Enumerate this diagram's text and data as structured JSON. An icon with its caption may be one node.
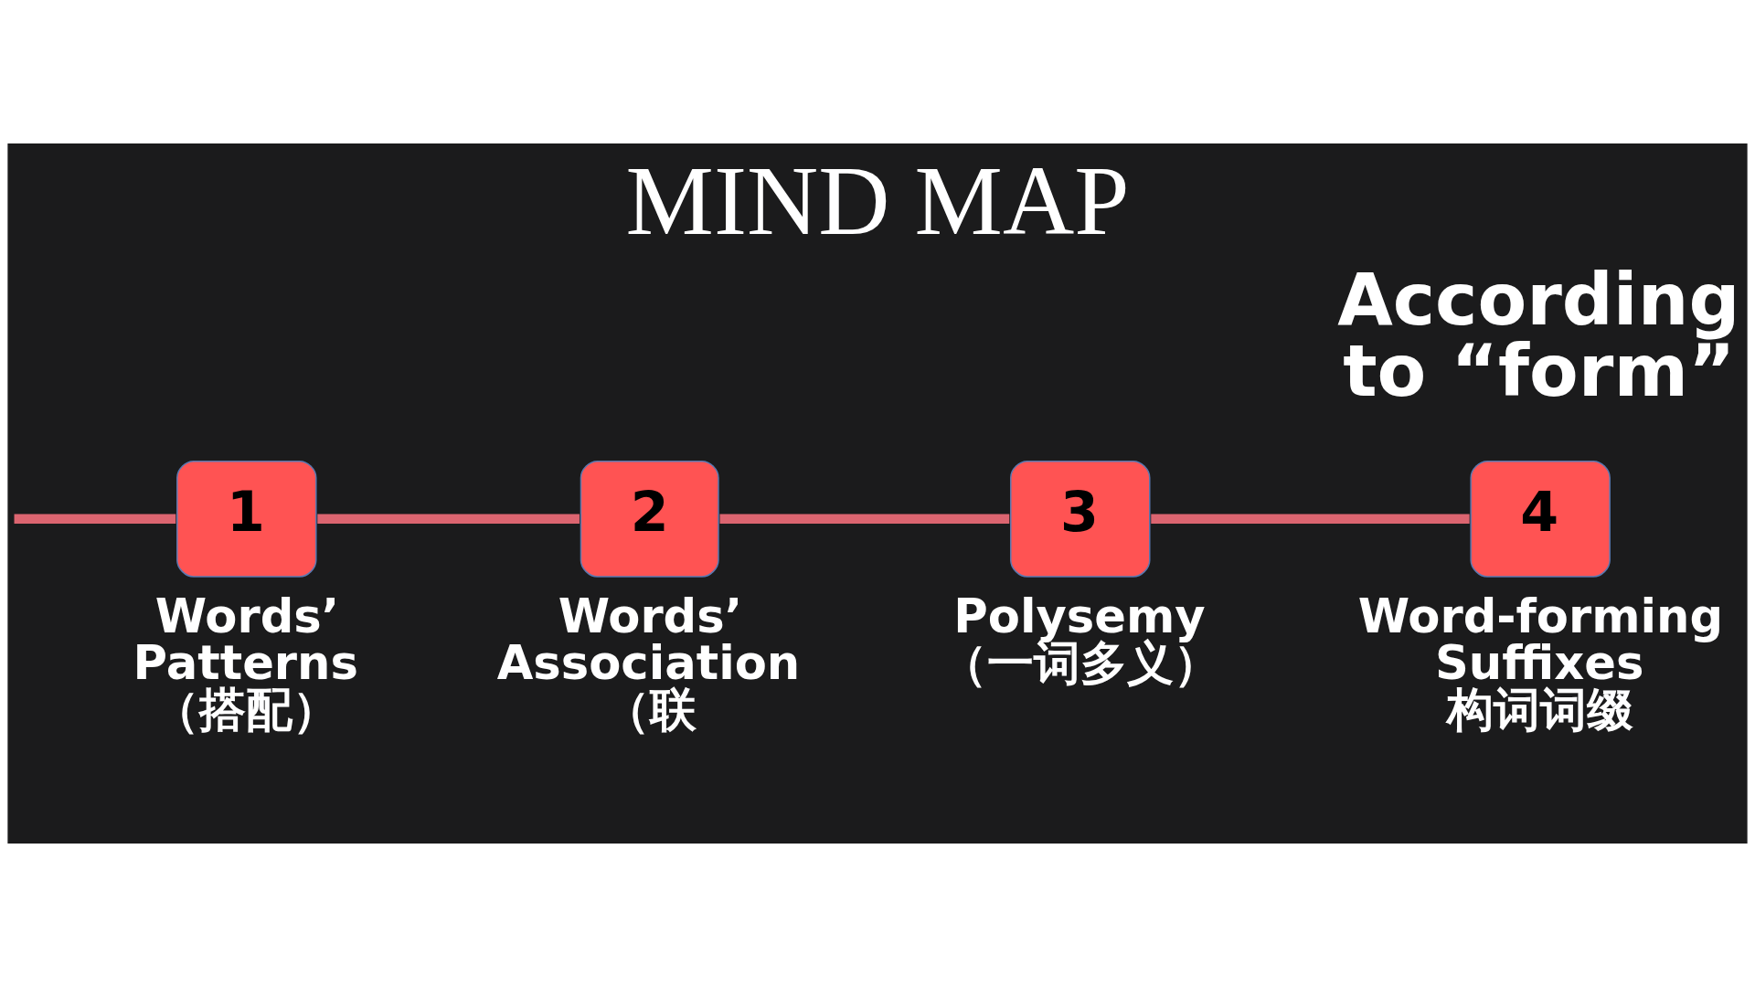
{
  "diagram": {
    "title": "MIND MAP",
    "nodes": [
      {
        "text": [
          "1"
        ],
        "beside": [
          "Words’ Patterns （搭配）"
        ]
      },
      {
        "text": [
          "2"
        ],
        "beside": [
          "Words’ Association （联"
        ]
      },
      {
        "text": [
          "3"
        ],
        "beside": [
          "Polysemy （一词多义）"
        ]
      },
      {
        "text": [
          "4"
        ],
        "beside": [
          "Word-forming Suffixes 构词词缀"
        ]
      }
    ],
    "edges": [
      {
        "from": null,
        "to": 0,
        "arrow": "none"
      },
      {
        "from": 0,
        "to": 1,
        "arrow": "none"
      },
      {
        "from": 1,
        "to": 2,
        "arrow": "none"
      },
      {
        "from": 2,
        "to": 3,
        "arrow": "none"
      }
    ],
    "labels": [
      "According to “form”"
    ]
  }
}
